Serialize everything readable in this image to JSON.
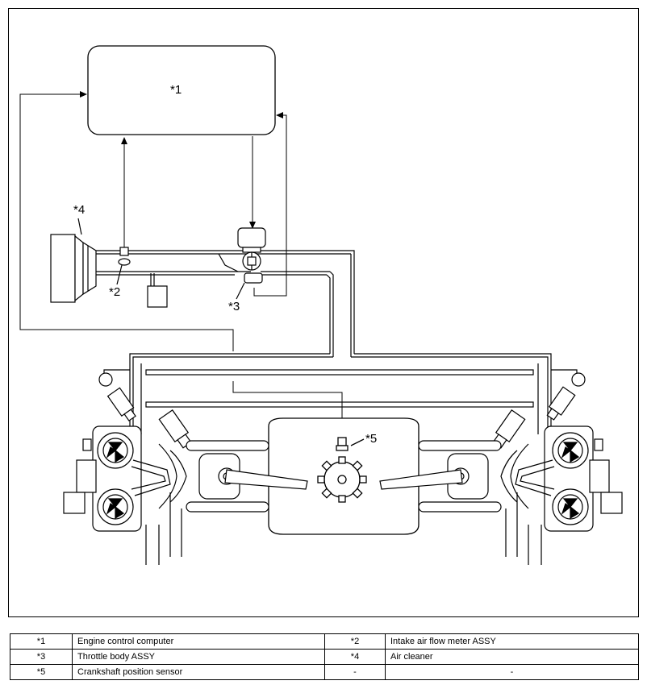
{
  "diagram": {
    "callouts": {
      "ecu": "*1",
      "airflow_meter": "*2",
      "throttle_body": "*3",
      "air_cleaner": "*4",
      "crank_sensor": "*5"
    }
  },
  "legend": {
    "rows": [
      {
        "key_a": "*1",
        "desc_a": "Engine control computer",
        "key_b": "*2",
        "desc_b": "Intake air flow meter ASSY"
      },
      {
        "key_a": "*3",
        "desc_a": "Throttle body ASSY",
        "key_b": "*4",
        "desc_b": "Air cleaner"
      },
      {
        "key_a": "*5",
        "desc_a": "Crankshaft position sensor",
        "key_b": "-",
        "desc_b": "-"
      }
    ]
  }
}
